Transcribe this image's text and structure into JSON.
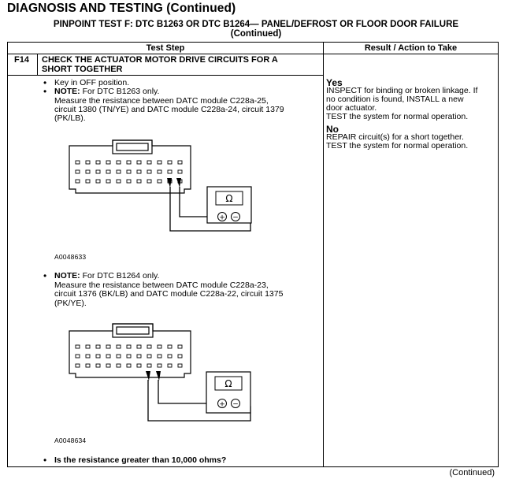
{
  "header": {
    "title": "DIAGNOSIS AND TESTING (Continued)",
    "test_line1": "PINPOINT TEST F: DTC B1263 OR DTC B1264— PANEL/DEFROST OR FLOOR DOOR FAILURE",
    "test_line2": "(Continued)"
  },
  "table": {
    "col_test_step": "Test Step",
    "col_result": "Result / Action to Take"
  },
  "step": {
    "id": "F14",
    "title_line1": "CHECK THE ACTUATOR MOTOR DRIVE CIRCUITS FOR A",
    "title_line2": "SHORT TOGETHER",
    "b1": "Key in OFF position.",
    "note_label": "NOTE:",
    "b2_text": " For DTC B1263 only.",
    "m1_l1": "Measure the resistance between DATC module C228a-25,",
    "m1_l2": "circuit 1380 (TN/YE) and DATC module C228a-24, circuit 1379",
    "m1_l3": "(PK/LB).",
    "fig1_id": "A0048633",
    "b3_text": " For DTC B1264 only.",
    "m2_l1": "Measure the resistance between DATC module C228a-23,",
    "m2_l2": "circuit 1376 (BK/LB) and DATC module C228a-22, circuit 1375",
    "m2_l3": "(PK/YE).",
    "fig2_id": "A0048634",
    "question": "Is the resistance greater than 10,000 ohms?"
  },
  "result": {
    "yes_label": "Yes",
    "yes_l1": "INSPECT for binding or broken linkage. If",
    "yes_l2": "no condition is found, INSTALL a new",
    "yes_l3": "door actuator.",
    "yes_l4": "TEST the system for normal operation.",
    "no_label": "No",
    "no_l1": "REPAIR circuit(s) for a short together.",
    "no_l2": "TEST the system for normal operation."
  },
  "meter": {
    "omega": "Ω",
    "plus": "+",
    "minus": "−"
  },
  "footer": {
    "continued": "(Continued)"
  }
}
